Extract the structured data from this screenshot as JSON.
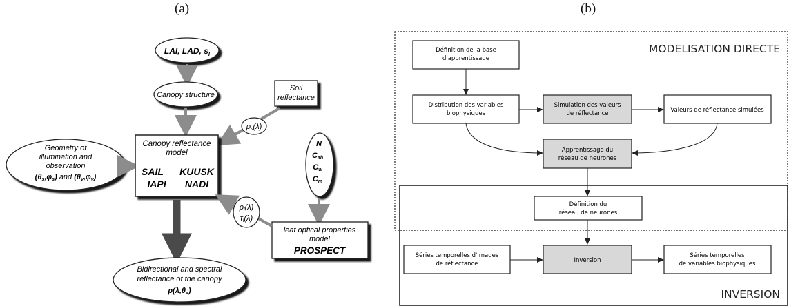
{
  "panels": {
    "a": "(a)",
    "b": "(b)"
  },
  "left": {
    "inputs": {
      "lai": "LAI, LAD, s",
      "lai_sub": "l"
    },
    "canopy_structure": "Canopy structure",
    "soil": [
      "Soil",
      "reflectance"
    ],
    "rho_s": "ρ",
    "rho_s_sub": "s",
    "rho_s_arg": "(λ)",
    "geometry": [
      "Geometry of",
      "illumination and",
      "observation"
    ],
    "angles": {
      "theta": "θ",
      "phi": "φ",
      "sub_s": "s",
      "sub_v": "v",
      "and": "and"
    },
    "model": {
      "title": [
        "Canopy reflectance",
        "model"
      ],
      "row1": [
        "SAIL",
        "KUUSK"
      ],
      "row2": [
        "IAPI",
        "NADI"
      ]
    },
    "leaf_params": {
      "N": "N",
      "C": "C",
      "subs": [
        "ab",
        "w",
        "m"
      ]
    },
    "rho_l": "ρ",
    "tau_l": "τ",
    "sub_l": "l",
    "arg": "(λ)",
    "leaf_model": {
      "title": [
        "leaf optical properties",
        "model"
      ],
      "name": "PROSPECT"
    },
    "output": {
      "lines": [
        "Bidirectional and spectral",
        "reflectance of the canopy"
      ],
      "rho": "ρ(λ,θ",
      "rho_sub": "v",
      "rho_end": ")"
    }
  },
  "right": {
    "direct_title": "MODELISATION DIRECTE",
    "inversion_title": "INVERSION",
    "boxes": {
      "definition_base": [
        "Définition de la base",
        "d'apprentissage"
      ],
      "distribution": [
        "Distribution des variables",
        "biophysiques"
      ],
      "simulation": [
        "Simulation des valeurs",
        "de réflectance"
      ],
      "valeurs": [
        "Valeurs de réflectance simulées"
      ],
      "apprentissage": [
        "Apprentissage du",
        "réseau de neurones"
      ],
      "definition_reseau": [
        "Définition du",
        "réseau de neurones"
      ],
      "series_images": [
        "Séries temporelles d'images",
        "de réflectance"
      ],
      "inversion": [
        "Inversion"
      ],
      "series_variables": [
        "Séries temporelles",
        "de variables biophysiques"
      ]
    }
  }
}
